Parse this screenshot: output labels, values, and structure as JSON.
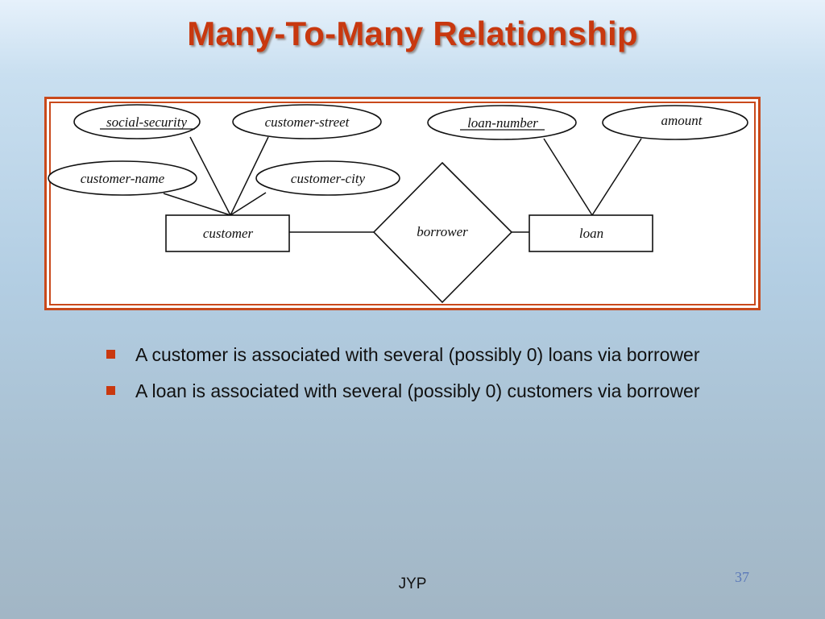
{
  "title": "Many-To-Many Relationship",
  "diagram": {
    "entities": {
      "customer": "customer",
      "loan": "loan"
    },
    "relationship": "borrower",
    "attributes": {
      "social_security": "social-security",
      "customer_street": "customer-street",
      "customer_name": "customer-name",
      "customer_city": "customer-city",
      "loan_number": "loan-number",
      "amount": "amount"
    }
  },
  "bullets": [
    "A customer is associated with several (possibly 0) loans via borrower",
    "A loan is associated with several (possibly 0) customers via borrower"
  ],
  "footer": "JYP",
  "page_number": "37",
  "colors": {
    "title": "#c8380f",
    "frame": "#c9491b",
    "bullet": "#c9380f"
  }
}
